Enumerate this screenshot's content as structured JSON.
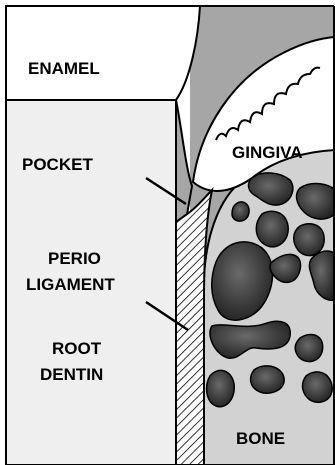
{
  "labels": {
    "enamel": "ENAMEL",
    "gingiva": "GINGIVA",
    "pocket": "POCKET",
    "perio_line1": "PERIO",
    "perio_line2": "LIGAMENT",
    "root_line1": "ROOT",
    "root_line2": "DENTIN",
    "bone": "BONE"
  },
  "colors": {
    "outline": "#000000",
    "tooth": "#ffffff",
    "root": "#efefef",
    "gingiva": "#a6a6a6",
    "bone": "#d2d2d2",
    "marrow": "#3a3a3a",
    "marrow_light": "#8c8c8c"
  }
}
